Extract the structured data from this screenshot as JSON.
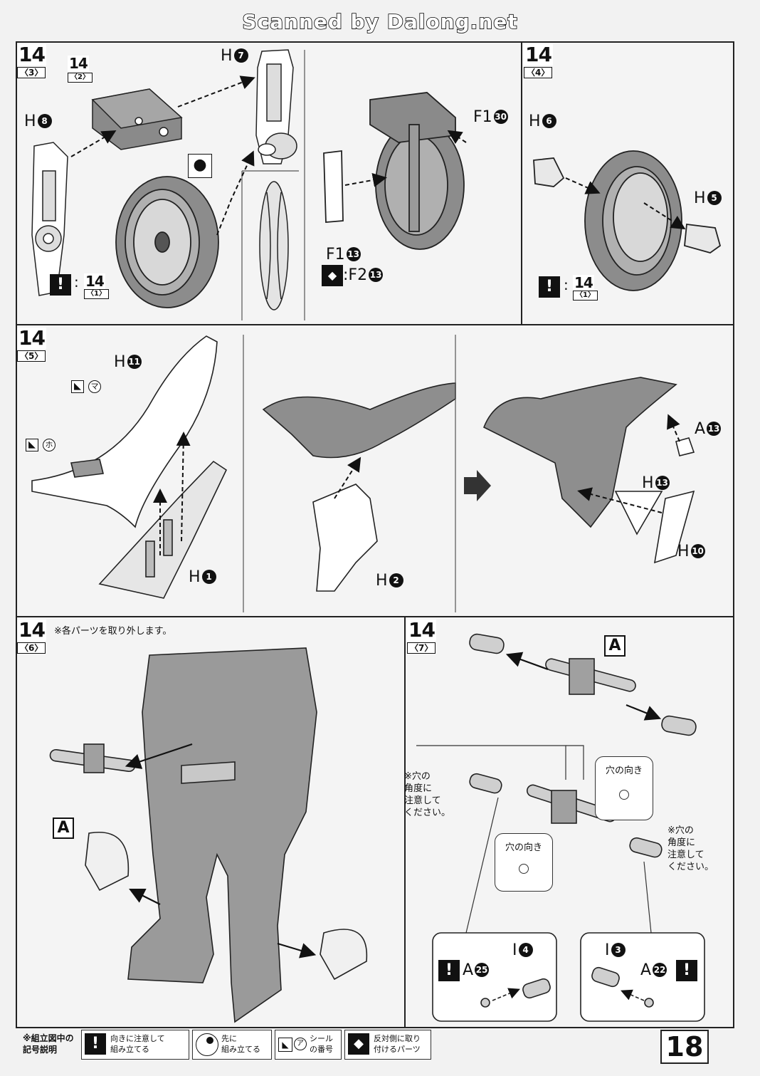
{
  "banner": "Scanned by Dalong.net",
  "page_number": "18",
  "steps": {
    "s3": {
      "num": "14",
      "sub": "〈3〉",
      "ref_num": "14",
      "ref_sub": "〈2〉",
      "warn_ref_num": "14",
      "warn_ref_sub": "〈1〉"
    },
    "s4": {
      "num": "14",
      "sub": "〈4〉",
      "warn_ref_num": "14",
      "warn_ref_sub": "〈1〉"
    },
    "s5": {
      "num": "14",
      "sub": "〈5〉"
    },
    "s6": {
      "num": "14",
      "sub": "〈6〉",
      "note": "※各パーツを取り外します。"
    },
    "s7": {
      "num": "14",
      "sub": "〈7〉"
    }
  },
  "parts": {
    "h7": {
      "letter": "H",
      "num": "7"
    },
    "h8": {
      "letter": "H",
      "num": "8"
    },
    "f1_30": {
      "letter": "F1",
      "num": "30"
    },
    "f1_13": {
      "letter": "F1",
      "num": "13"
    },
    "f2_13": {
      "letter": ":F2",
      "num": "13"
    },
    "h6": {
      "letter": "H",
      "num": "6"
    },
    "h5": {
      "letter": "H",
      "num": "5"
    },
    "h11": {
      "letter": "H",
      "num": "11"
    },
    "h1": {
      "letter": "H",
      "num": "1"
    },
    "h2": {
      "letter": "H",
      "num": "2"
    },
    "a13": {
      "letter": "A",
      "num": "13"
    },
    "h13": {
      "letter": "H",
      "num": "13"
    },
    "h10": {
      "letter": "H",
      "num": "10"
    },
    "a25": {
      "letter": "A",
      "num": "25"
    },
    "i4": {
      "letter": "I",
      "num": "4"
    },
    "i3": {
      "letter": "I",
      "num": "3"
    },
    "a22": {
      "letter": "A",
      "num": "22"
    }
  },
  "seal_marks": {
    "ma": "マ",
    "ho": "ホ"
  },
  "labels": {
    "a_left": "A",
    "a_top": "A",
    "colon": ":"
  },
  "step7_notes": {
    "left_note": "※穴の\n角度に\n注意して\nください。",
    "right_note": "※穴の\n角度に\n注意して\nください。",
    "hole_dir_top": "穴の向き",
    "hole_dir_left": "穴の向き"
  },
  "legend": {
    "title": "※組立図中の\n記号説明",
    "items": [
      {
        "icon": "exclamation-icon",
        "text": "向きに注意して\n組み立てる"
      },
      {
        "icon": "first-assemble-icon",
        "text": "先に\n組み立てる"
      },
      {
        "icon": "seal-icon",
        "text": "シール\nの番号",
        "mark": "ア"
      },
      {
        "icon": "opposite-side-icon",
        "text": "反対側に取り\n付けるパーツ"
      }
    ]
  }
}
